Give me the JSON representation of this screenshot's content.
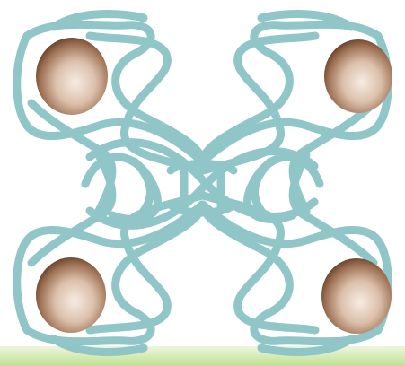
{
  "figure": {
    "subject": "lattice-illustration"
  },
  "colors": {
    "background": "#ffffff",
    "loop_stroke": "#8bc3c6",
    "loop_stroke_dark": "#6aaeb2",
    "sphere_light": "#f6ece4",
    "sphere_mid": "#cfa88a",
    "sphere_dark": "#5b3a26",
    "ground_band_top": "#e6f2cf",
    "ground_band_bottom": "#bfe08f"
  },
  "spheres": [
    {
      "id": "sphere-top-left"
    },
    {
      "id": "sphere-top-right"
    },
    {
      "id": "sphere-bottom-left"
    },
    {
      "id": "sphere-bottom-right"
    }
  ]
}
